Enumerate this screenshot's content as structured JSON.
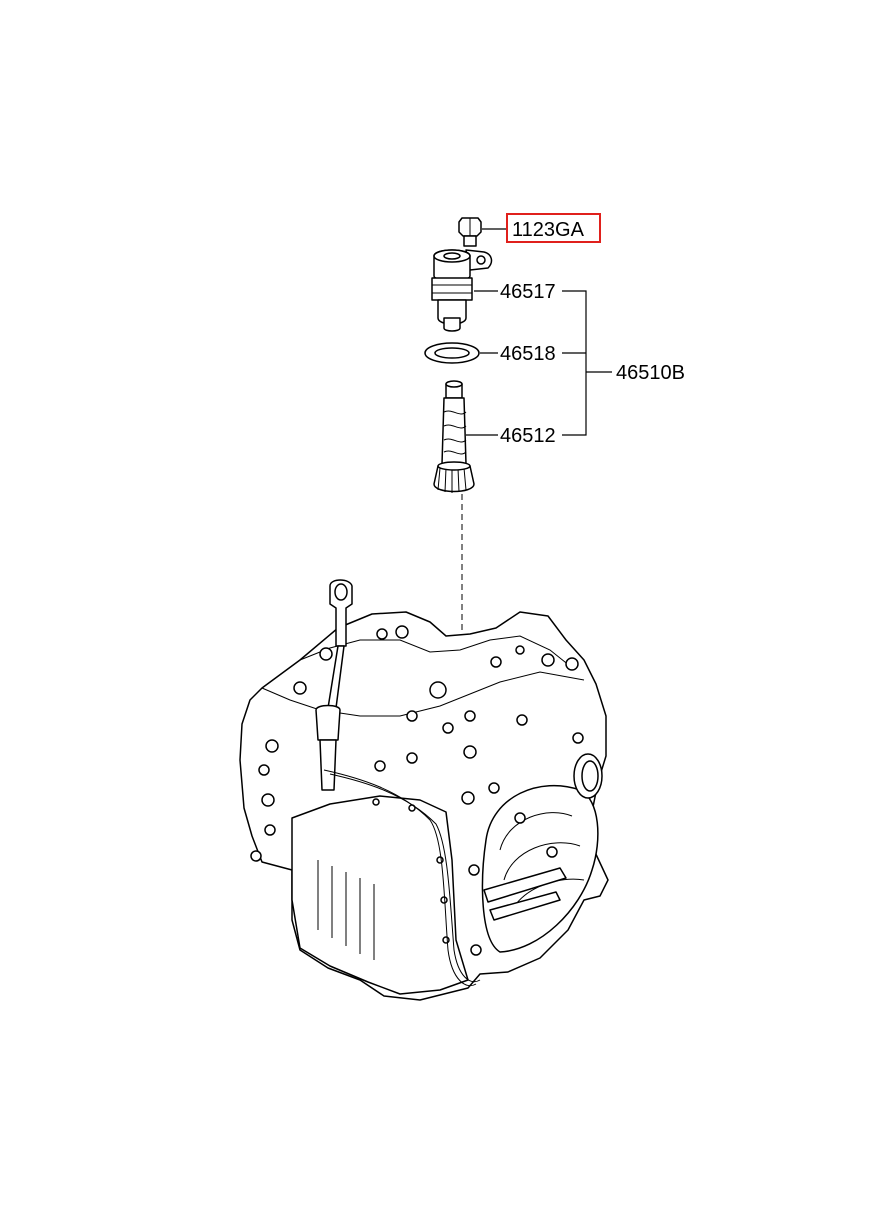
{
  "parts": {
    "bolt_label": "1123GA",
    "sensor_label": "46517",
    "oring_label": "46518",
    "gear_label": "46512",
    "assembly_label": "46510B"
  },
  "highlight": {
    "target": "1123GA",
    "color": "#e0201c"
  }
}
